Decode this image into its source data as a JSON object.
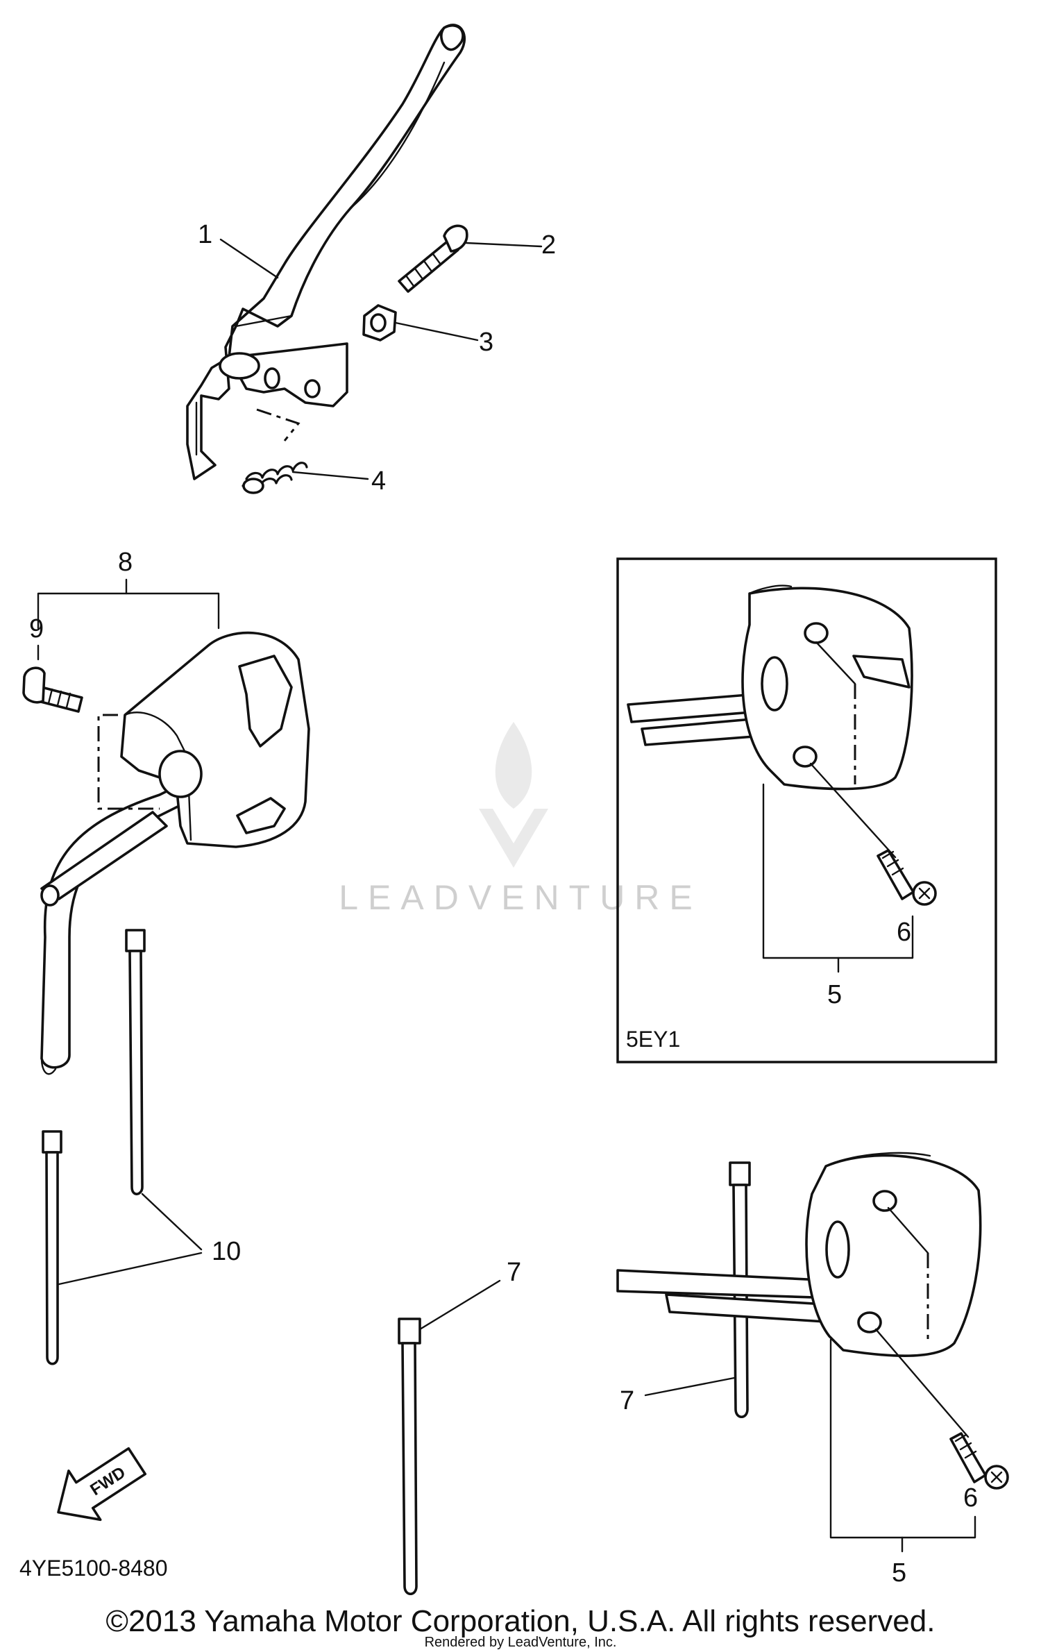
{
  "callouts": {
    "c1": "1",
    "c2": "2",
    "c3": "3",
    "c4": "4",
    "c5_inset": "5",
    "c6_inset": "6",
    "c5_main": "5",
    "c6_main": "6",
    "c7_strap": "7",
    "c7_main": "7",
    "c8": "8",
    "c9": "9",
    "c10": "10"
  },
  "inset": {
    "label": "5EY1"
  },
  "fwd_arrow": {
    "label": "FWD"
  },
  "diagram_code": "4YE5100-8480",
  "watermark": {
    "text": "LEADVENTURE",
    "icon": "leadventure-logo-icon"
  },
  "footer": {
    "copyright": "©2013 Yamaha Motor Corporation, U.S.A. All rights reserved.",
    "rendered_by": "Rendered by LeadVenture, Inc."
  }
}
